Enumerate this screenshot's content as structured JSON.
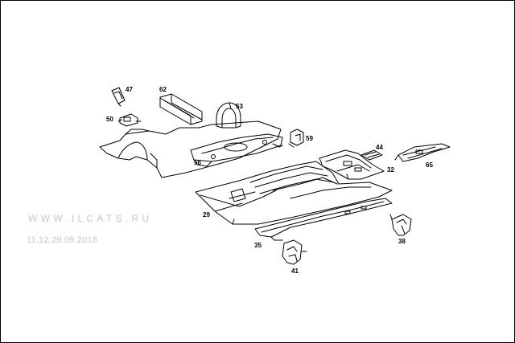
{
  "callouts": [
    {
      "id": "47",
      "label": "47"
    },
    {
      "id": "62",
      "label": "62"
    },
    {
      "id": "53",
      "label": "53"
    },
    {
      "id": "50",
      "label": "50"
    },
    {
      "id": "59",
      "label": "59"
    },
    {
      "id": "44",
      "label": "44"
    },
    {
      "id": "56",
      "label": "56"
    },
    {
      "id": "32",
      "label": "32"
    },
    {
      "id": "65",
      "label": "65"
    },
    {
      "id": "29",
      "label": "29"
    },
    {
      "id": "35",
      "label": "35"
    },
    {
      "id": "38",
      "label": "38"
    },
    {
      "id": "41",
      "label": "41"
    }
  ],
  "watermark": {
    "site": "WWW.ILCATS.RU",
    "date": "11.12.29.09.2018"
  },
  "colors": {
    "line": "#000000",
    "background": "#ffffff",
    "watermark": "#c8c8c8"
  }
}
